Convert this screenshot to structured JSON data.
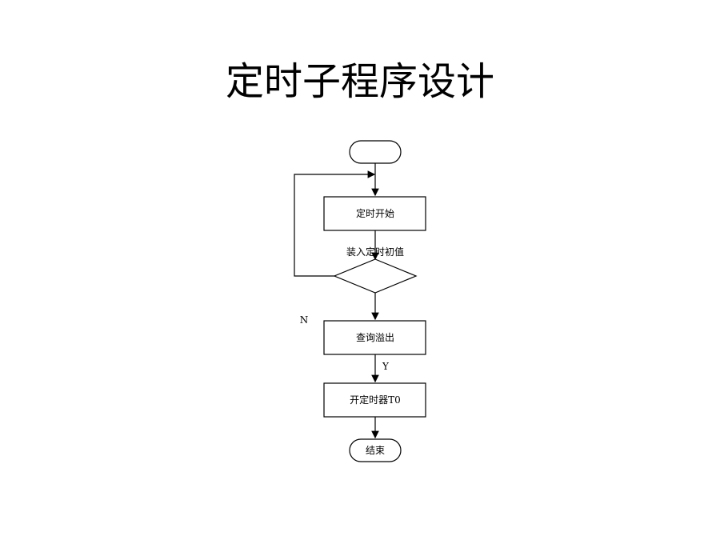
{
  "title": "定时子程序设计",
  "flowchart": {
    "start_label": "",
    "step1": "定时开始",
    "step2": "装入定时初值",
    "decision": "查询溢出",
    "step4": "开定时器T0",
    "end_label": "结束",
    "no_label": "N",
    "yes_label": "Y"
  }
}
